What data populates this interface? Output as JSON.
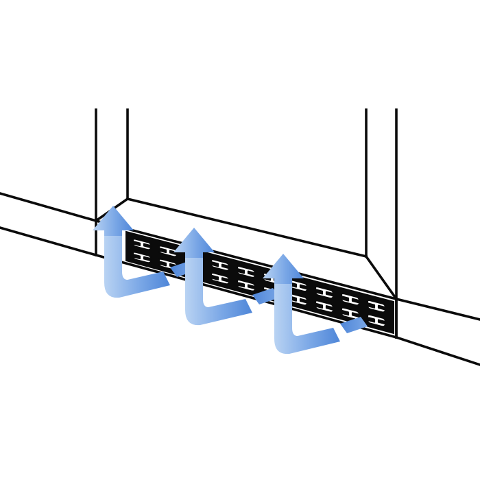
{
  "diagram": {
    "colors": {
      "line": "#0b0b0b",
      "background": "#ffffff",
      "vent_fill": "#0b0b0b",
      "arrow_light": "#b9d3f3",
      "arrow_mid": "#7aa7e6",
      "arrow_dark": "#4f86d8"
    },
    "components": {
      "wall": "wall-outline",
      "door": "door-frame",
      "plinth": "plinth-panel",
      "vent": "ventilation-grille",
      "airflow": "airflow-arrow"
    }
  }
}
